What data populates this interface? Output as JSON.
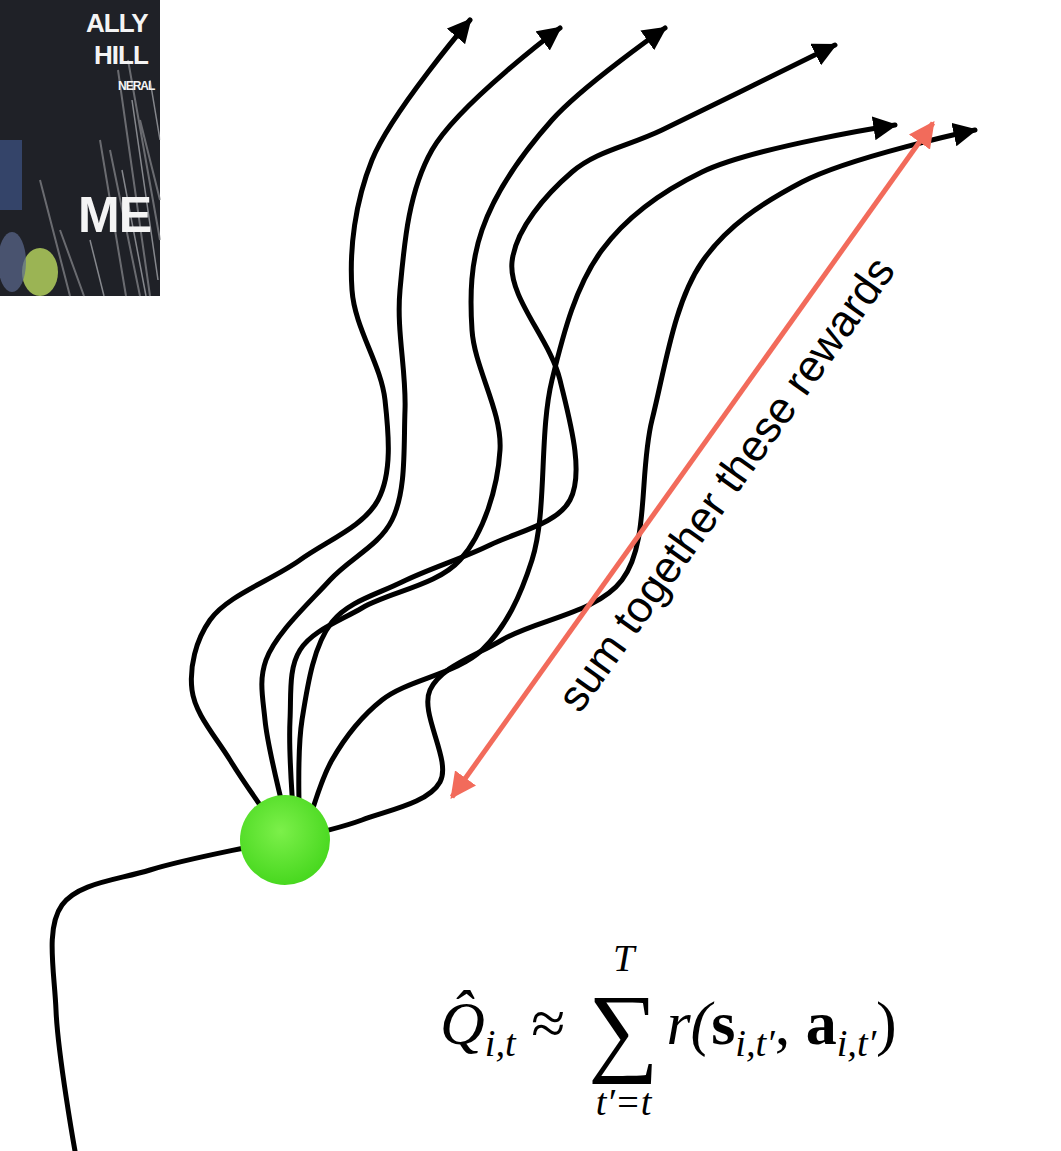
{
  "diagram": {
    "labels": [
      "ALLY",
      "HILL",
      "NERAL",
      "ME",
      "sum together these rewards",
      "Q̂",
      "i,t",
      "≈",
      "T",
      "∑",
      "t′=t",
      "r(",
      "s",
      "i,t′",
      ",",
      "a",
      "i,t′",
      ")"
    ]
  }
}
